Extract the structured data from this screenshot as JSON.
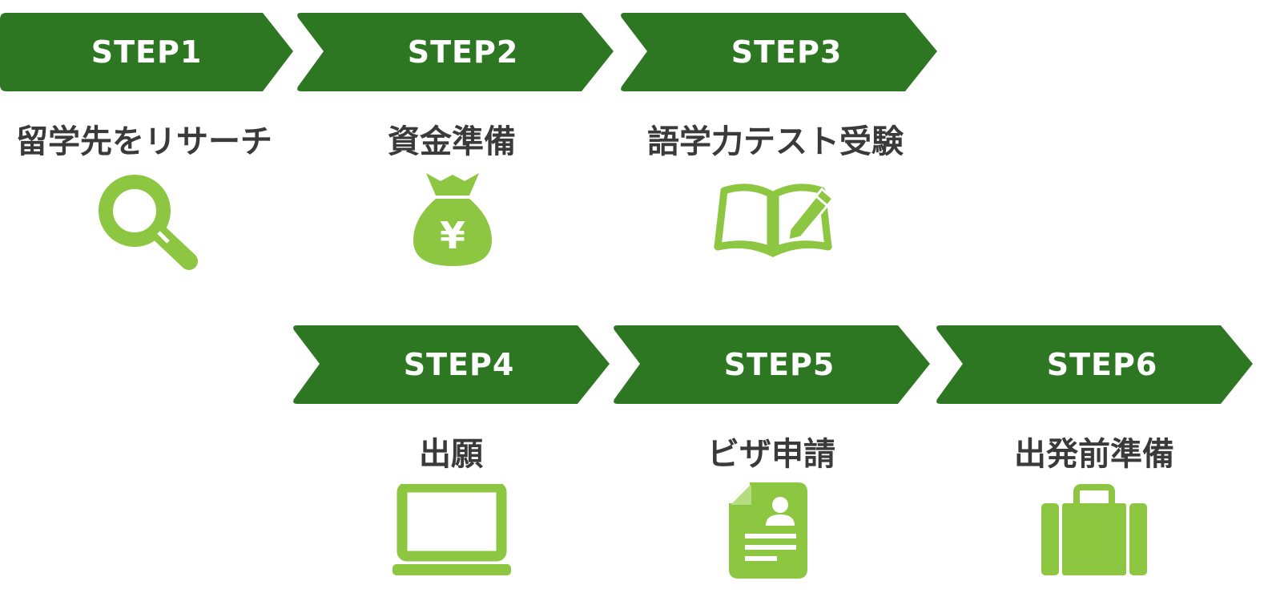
{
  "colors": {
    "banner": "#2e7722",
    "icon": "#8dc641",
    "text": "#3a3a3a"
  },
  "steps": [
    {
      "label": "STEP1",
      "title": "留学先をリサーチ",
      "icon": "magnifier-icon"
    },
    {
      "label": "STEP2",
      "title": "資金準備",
      "icon": "yen-money-bag-icon"
    },
    {
      "label": "STEP3",
      "title": "語学力テスト受験",
      "icon": "book-pencil-icon"
    },
    {
      "label": "STEP4",
      "title": "出願",
      "icon": "laptop-icon"
    },
    {
      "label": "STEP5",
      "title": "ビザ申請",
      "icon": "document-id-icon"
    },
    {
      "label": "STEP6",
      "title": "出発前準備",
      "icon": "suitcase-icon"
    }
  ]
}
